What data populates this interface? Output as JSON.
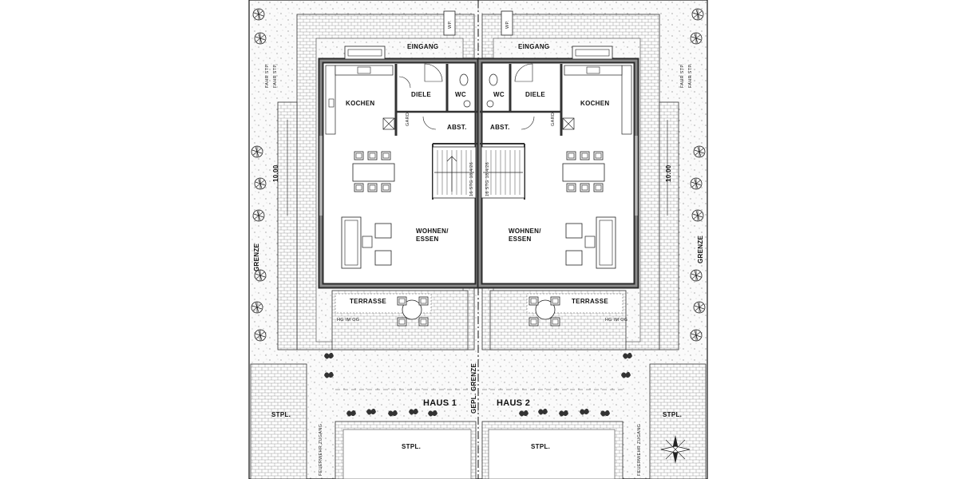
{
  "title": "",
  "labels": {
    "eingang": "EINGANG",
    "wp": "WP.",
    "kochen": "KOCHEN",
    "diele": "DIELE",
    "wc": "WC",
    "gard": "GARD.",
    "abst": "ABST.",
    "wohnen": "WOHNEN/",
    "essen": "ESSEN",
    "terrasse": "TERRASSE",
    "haus1": "HAUS 1",
    "haus2": "HAUS 2",
    "gepl_grenze": "GEPL. GRENZE",
    "grenze": "GRENZE",
    "stpl": "STPL.",
    "dimension": "10.00",
    "stair_note": "16 STG 18,4/26",
    "hg_note": "HG IM OG",
    "fahr_stp": "FAHR STP.",
    "feuerwehr_zugang": "FEUERWEHR ZUGANG"
  },
  "colors": {
    "wall": "#2b2b2b",
    "wall_fill": "#8a8a8a",
    "line": "#111111",
    "gravel_bg": "#f7f7f7"
  },
  "icons": [
    "north-arrow-icon",
    "tree-icon",
    "shrub-icon",
    "stair-icon"
  ]
}
